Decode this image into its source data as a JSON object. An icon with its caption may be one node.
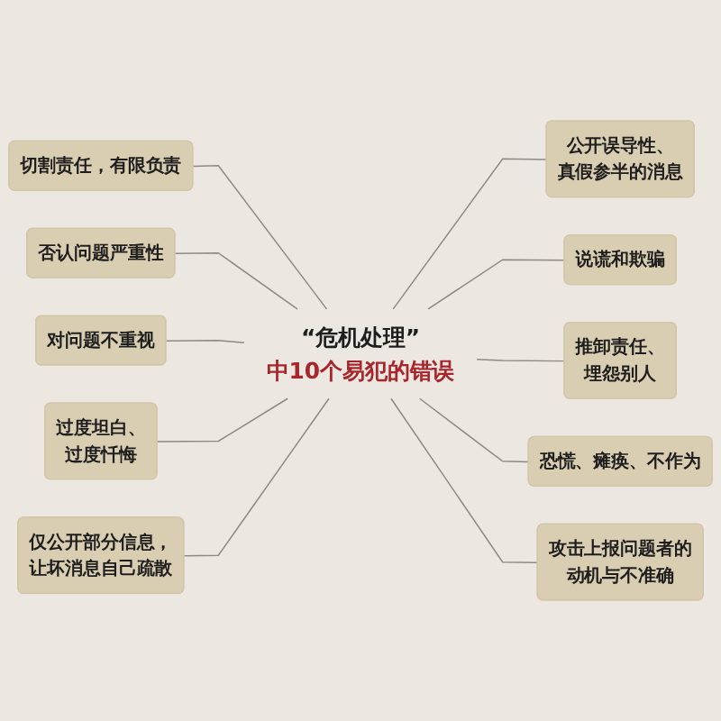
{
  "diagram": {
    "nodes": [
      {
        "text": [
          "切割责任，有限负责"
        ]
      },
      {
        "text": [
          "否认问题严重性"
        ]
      },
      {
        "text": [
          "对问题不重视"
        ]
      },
      {
        "text": [
          "过度坦白、过度忏悔"
        ]
      },
      {
        "text": [
          "仅公开部分信息，让坏消息自己疏散"
        ]
      },
      {
        "text": [
          "“危机处理”",
          "中10个易犯的错误"
        ]
      },
      {
        "text": [
          "公开误导性、真假参半的消息"
        ]
      },
      {
        "text": [
          "说谎和欺骗"
        ]
      },
      {
        "text": [
          "推卸责任、埋怨别人"
        ]
      },
      {
        "text": [
          "恐慌、瘫痪、不作为"
        ]
      },
      {
        "text": [
          "攻击上报问题者的动机与不准确"
        ]
      }
    ],
    "edges": [
      {
        "from": 0,
        "to": 5,
        "arrow": "none"
      },
      {
        "from": 1,
        "to": 5,
        "arrow": "none"
      },
      {
        "from": 2,
        "to": 5,
        "arrow": "none"
      },
      {
        "from": 3,
        "to": 5,
        "arrow": "none"
      },
      {
        "from": 4,
        "to": 5,
        "arrow": "none"
      },
      {
        "from": 5,
        "to": 6,
        "arrow": "none"
      },
      {
        "from": 5,
        "to": 7,
        "arrow": "none"
      },
      {
        "from": 5,
        "to": 8,
        "arrow": "none"
      },
      {
        "from": 5,
        "to": 9,
        "arrow": "none"
      },
      {
        "from": 5,
        "to": 10,
        "arrow": "none"
      }
    ]
  }
}
